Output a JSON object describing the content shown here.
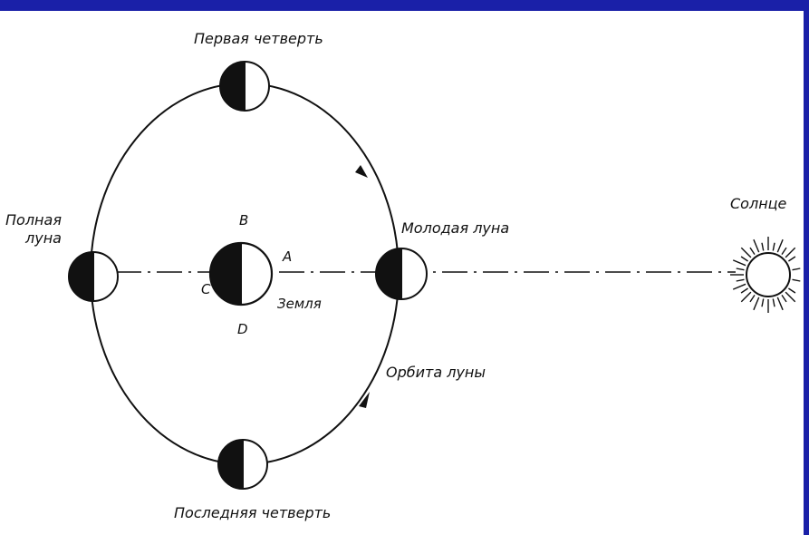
{
  "labels": {
    "first_quarter": "Первая четверть",
    "full_moon_line1": "Полная",
    "full_moon_line2": "луна",
    "new_moon": "Молодая луна",
    "last_quarter": "Последняя четверть",
    "moon_orbit": "Орбита луны",
    "sun": "Солнце",
    "earth": "Земля",
    "point_a": "A",
    "point_b": "B",
    "point_c": "C",
    "point_d": "D"
  },
  "colors": {
    "frame_bar": "#1a20a8",
    "ink": "#111111",
    "background": "#ffffff"
  }
}
